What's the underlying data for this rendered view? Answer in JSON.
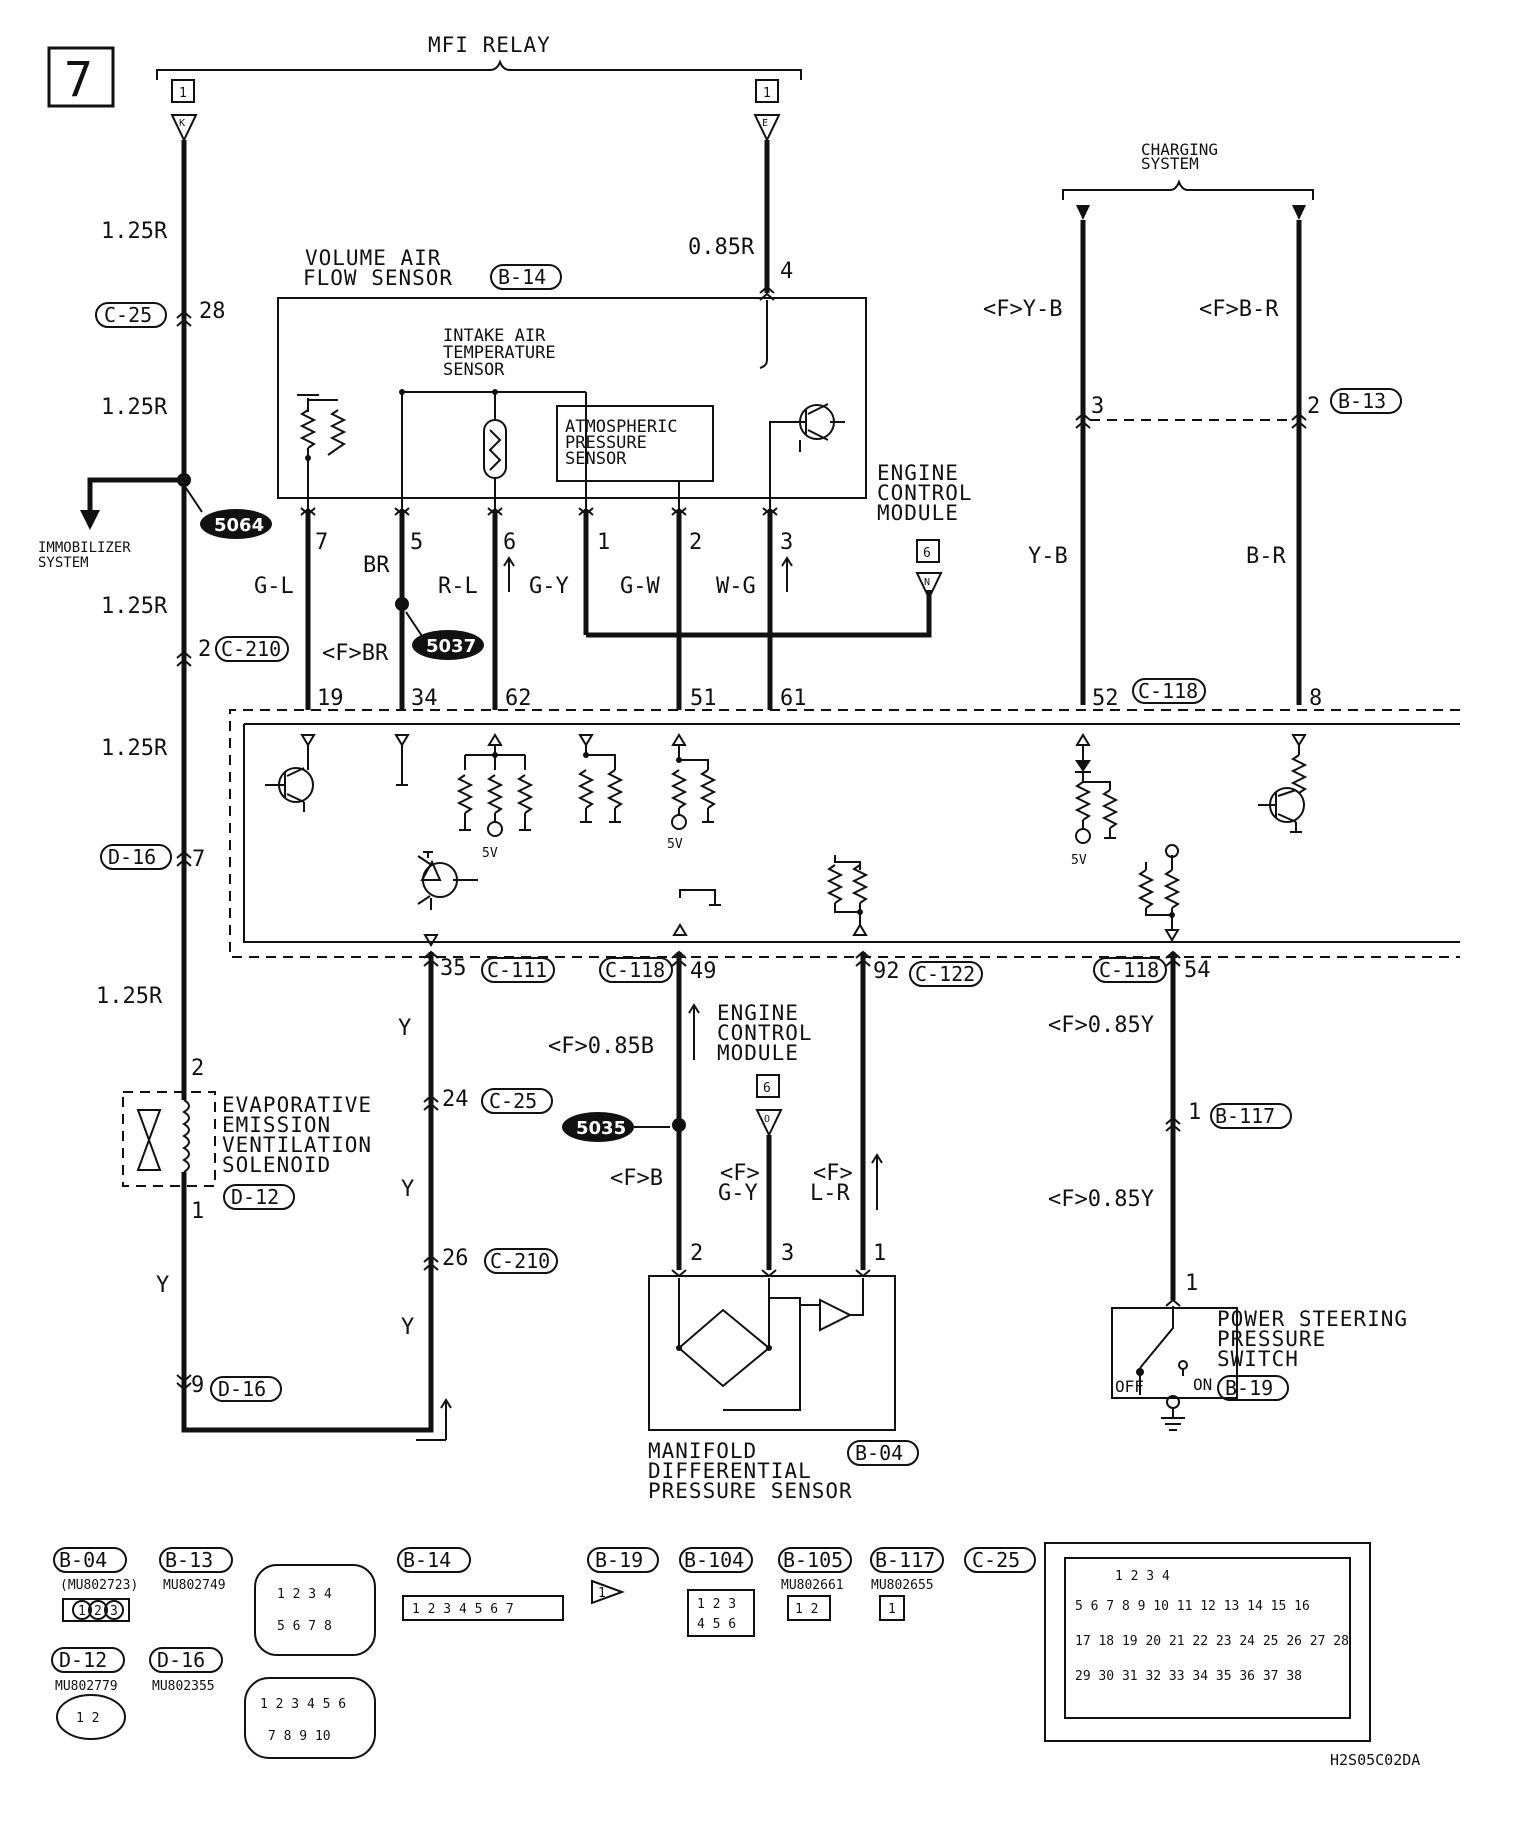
{
  "page": {
    "number": "7",
    "code": "H2S05C02DA"
  },
  "systems": {
    "mfi_relay": "MFI RELAY",
    "charging": "CHARGING\nSYSTEM",
    "immobilizer": "IMMOBILIZER\nSYSTEM"
  },
  "relay_terminals": {
    "left_box": "1",
    "left_tri": "K",
    "right_box": "1",
    "right_tri": "E"
  },
  "components": {
    "vaf": {
      "name": "VOLUME AIR\nFLOW SENSOR",
      "conn": "B-14"
    },
    "iat": {
      "name": "INTAKE AIR\nTEMPERATURE\nSENSOR"
    },
    "aps": {
      "name": "ATMOSPHERIC\nPRESSURE\nSENSOR"
    },
    "ecm_top": {
      "name": "ENGINE\nCONTROL\nMODULE",
      "box": "6",
      "tri": "N"
    },
    "ecm_mid": {
      "name": "ENGINE\nCONTROL\nMODULE",
      "box": "6",
      "tri": "O"
    },
    "evap": {
      "name": "EVAPORATIVE\nEMISSION\nVENTILATION\nSOLENOID",
      "conn": "D-12"
    },
    "mdp": {
      "name": "MANIFOLD\nDIFFERENTIAL\nPRESSURE SENSOR",
      "conn": "B-04"
    },
    "ps": {
      "name": "POWER STEERING\nPRESSURE\nSWITCH",
      "conn": "B-19",
      "off": "OFF",
      "on": "ON"
    }
  },
  "splices": {
    "s5064": "5064",
    "s5037": "5037",
    "s5035": "5035"
  },
  "wire_labels": {
    "l1": "1.25R",
    "l2": "1.25R",
    "l3": "1.25R",
    "l4": "1.25R",
    "l5": "1.25R",
    "r085": "0.85R",
    "yb_f": "<F>Y-B",
    "br_f": "<F>B-R",
    "yb": "Y-B",
    "br2": "B-R",
    "gl": "G-L",
    "br": "BR",
    "rl": "R-L",
    "gy": "G-Y",
    "gw": "G-W",
    "wg": "W-G",
    "fbr": "<F>BR",
    "y1": "Y",
    "y2": "Y",
    "y3": "Y",
    "y4": "Y",
    "f085b": "<F>0.85B",
    "fb": "<F>B",
    "fgy": "<F>\nG-Y",
    "flr": "<F>\nL-R",
    "f085y1": "<F>0.85Y",
    "f085y2": "<F>0.85Y"
  },
  "pins": {
    "c25_28": "28",
    "c210_2": "2",
    "d16_7": "7",
    "r4": "4",
    "v7": "7",
    "v5": "5",
    "v6": "6",
    "v1": "1",
    "v2": "2",
    "v3": "3",
    "b13_3": "3",
    "b13_2": "2",
    "e19": "19",
    "e34": "34",
    "e62": "62",
    "e51": "51",
    "e61": "61",
    "e52": "52",
    "e8": "8",
    "e35": "35",
    "e49": "49",
    "e92": "92",
    "e54": "54",
    "evap2": "2",
    "evap1": "1",
    "d16_9": "9",
    "c25_24": "24",
    "c210_26": "26",
    "m2": "2",
    "m3": "3",
    "m1": "1",
    "b117_1": "1",
    "ps1": "1"
  },
  "conn_labels": {
    "c25a": "C-25",
    "c210a": "C-210",
    "d16a": "D-16",
    "b14": "B-14",
    "b13": "B-13",
    "c118a": "C-118",
    "c111": "C-111",
    "c118b": "C-118",
    "c122": "C-122",
    "c118c": "C-118",
    "c25b": "C-25",
    "c210b": "C-210",
    "d12": "D-12",
    "d16b": "D-16",
    "b117": "B-117",
    "b04": "B-04",
    "b19": "B-19"
  },
  "supply_labels": {
    "v1": "5V",
    "v2": "5V",
    "v3": "5V"
  },
  "legend": {
    "b04": {
      "id": "B-04",
      "part": "(MU802723)",
      "pins": [
        "1",
        "2",
        "3"
      ]
    },
    "b13": {
      "id": "B-13",
      "part": "MU802749",
      "pins": [
        "1",
        "2",
        "3",
        "4",
        "5",
        "6",
        "7",
        "8"
      ]
    },
    "b14": {
      "id": "B-14",
      "pins": [
        "1",
        "2",
        "3",
        "4",
        "5",
        "6",
        "7"
      ]
    },
    "b19": {
      "id": "B-19",
      "pins": [
        "1"
      ]
    },
    "b104": {
      "id": "B-104",
      "pins": [
        "1",
        "2",
        "3",
        "4",
        "5",
        "6"
      ]
    },
    "b105": {
      "id": "B-105",
      "part": "MU802661",
      "pins": [
        "1",
        "2"
      ]
    },
    "b117": {
      "id": "B-117",
      "part": "MU802655",
      "pins": [
        "1"
      ]
    },
    "c25": {
      "id": "C-25",
      "pins": [
        "1",
        "2",
        "3",
        "4",
        "5",
        "6",
        "7",
        "8",
        "9",
        "10",
        "11",
        "12",
        "13",
        "14",
        "15",
        "16",
        "17",
        "18",
        "19",
        "20",
        "21",
        "22",
        "23",
        "24",
        "25",
        "26",
        "27",
        "28",
        "29",
        "30",
        "31",
        "32",
        "33",
        "34",
        "35",
        "36",
        "37",
        "38"
      ]
    },
    "d12": {
      "id": "D-12",
      "part": "MU802779",
      "pins": [
        "1",
        "2"
      ]
    },
    "d16": {
      "id": "D-16",
      "part": "MU802355",
      "pins": [
        "1",
        "2",
        "3",
        "4",
        "5",
        "6",
        "7",
        "8",
        "9",
        "10"
      ]
    }
  }
}
